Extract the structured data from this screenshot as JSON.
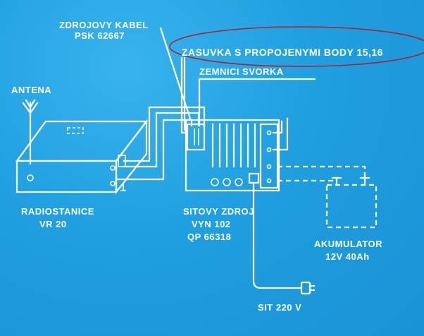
{
  "labels": {
    "antenna": "ANTENA",
    "cable_line1": "ZDROJOVY KABEL",
    "cable_line2": "PSK 62667",
    "socket": "ZASUVKA S PROPOJENYMI BODY 15,16",
    "ground": "ZEMNICI SVORKA",
    "radio_line1": "RADIOSTANICE",
    "radio_line2": "VR 20",
    "psu_line1": "SITOVY ZDROJ",
    "psu_line2": "VYN 102",
    "psu_line3": "QP 66318",
    "battery_line1": "AKUMULATOR",
    "battery_line2": "12V  40Ah",
    "mains": "SIT 220 V"
  },
  "colors": {
    "background": "#1f9fe0",
    "ink": "#ffffff",
    "highlight_ellipse": "#b3202a"
  }
}
